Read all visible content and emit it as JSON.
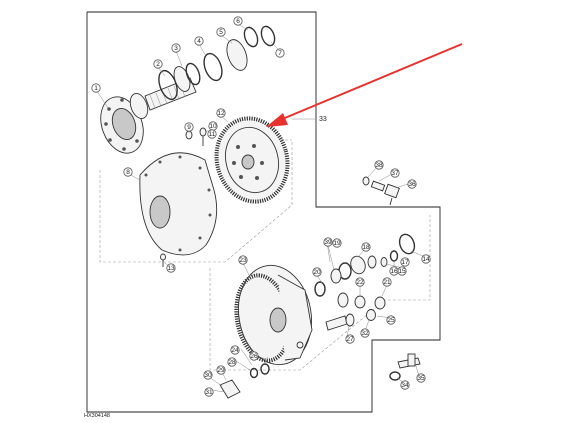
{
  "diagram": {
    "assembly_label": "33",
    "figure_id": "HX304148",
    "arrow_color": "#e8312f",
    "line_color": "#333333",
    "callouts": [
      "1",
      "2",
      "3",
      "4",
      "5",
      "6",
      "7",
      "8",
      "9",
      "10",
      "11",
      "12",
      "13",
      "14",
      "15",
      "16",
      "17",
      "18",
      "19",
      "20",
      "21",
      "22",
      "23",
      "24",
      "25",
      "26",
      "27",
      "28",
      "29",
      "30",
      "31",
      "32",
      "34",
      "35",
      "36",
      "37",
      "38",
      "39"
    ]
  }
}
